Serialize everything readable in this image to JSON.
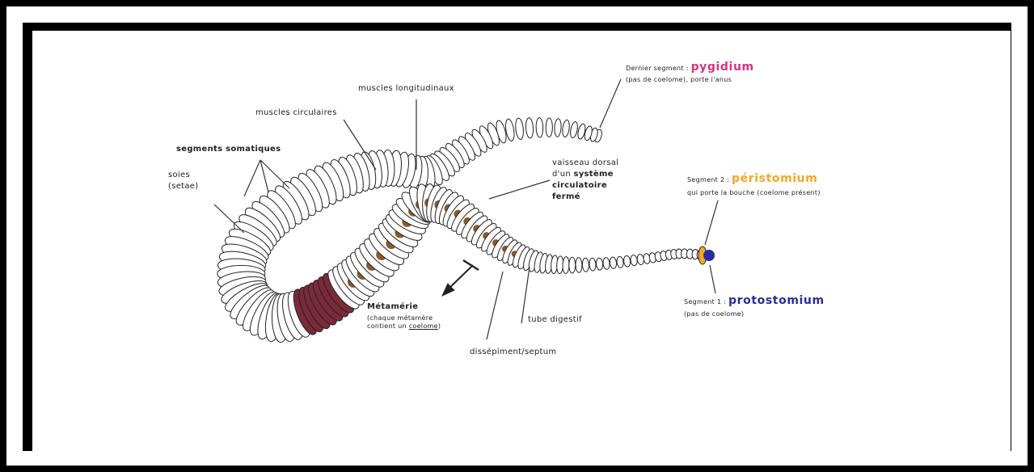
{
  "labels": {
    "pygidium_prefix": "Dernier segment : ",
    "pygidium_name": "pygidium",
    "pygidium_note": "(pas de coelome), porte l'anus",
    "muscles_longitudinaux": "muscles longitudinaux",
    "muscles_circulaires": "muscles circulaires",
    "segments_somatiques": "segments somatiques",
    "soies": "soies",
    "setae": "(setae)",
    "vaisseau_line1": "vaisseau dorsal",
    "vaisseau_line2_a": "d'un ",
    "vaisseau_line2_b": "système",
    "vaisseau_line3": "circulatoire",
    "vaisseau_line4": "fermé",
    "peristomium_prefix": "Segment 2 : ",
    "peristomium_name": "péristomium",
    "peristomium_note": "qui porte la bouche (coelome présent)",
    "metamerie_title": "Métamérie",
    "metamerie_line1": "(chaque métamère",
    "metamerie_line2_a": "contient un ",
    "metamerie_line2_b": "coelome",
    "metamerie_line2_c": ")",
    "tube_digestif": "tube digestif",
    "dissepiment": "dissépiment/septum",
    "protostomium_prefix": "Segment 1 : ",
    "protostomium_name": "protostomium",
    "protostomium_note": "(pas de coelome)"
  },
  "colors": {
    "pygidium": "#d63384",
    "peristomium": "#f5a623",
    "protostomium": "#2b2ba0",
    "muscle": "#7a2a3a",
    "gut": "#8b5a2b"
  }
}
